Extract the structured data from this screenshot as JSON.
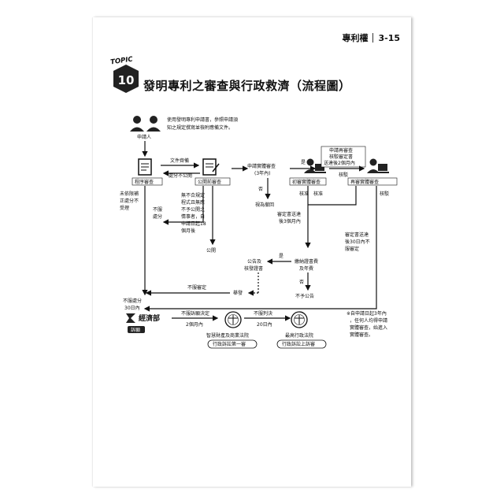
{
  "header": {
    "chapter": "專利權",
    "page_no": "3-15"
  },
  "topic": {
    "label": "TOPIC",
    "number": "10"
  },
  "title": "發明專利之審查與行政救濟（流程圖）",
  "applicant": {
    "note_l1": "使用發明專利申請書，參照申請須",
    "note_l2": "知之規定撰寫並檢附應備文件。",
    "label": "申請人"
  },
  "procedure": {
    "label": "程序審查",
    "formal_review": "文件齊備",
    "not_public": "處分不公開",
    "not_correct_l1": "未依限補",
    "not_correct_l2": "正處分不",
    "not_correct_l3": "受理",
    "reject": "不服",
    "reject2": "處分"
  },
  "pre_pub": {
    "label": "公開前審查",
    "note": [
      "無不合規定",
      "程式且無應",
      "不予公開之",
      "情事者，自",
      "申請日起18",
      "個月後"
    ],
    "publish": "公開"
  },
  "request": {
    "label_l1": "申請實體審查",
    "label_l2": "(3年內)",
    "no": "否",
    "withdrawn": "視為撤回",
    "yes": "是"
  },
  "first_exam": {
    "label": "初審實體審查",
    "approve": "核准",
    "reject": "核駁",
    "cert_l1": "審定書送達",
    "cert_l2": "後3個月內"
  },
  "re_exam_req": {
    "l1": "申請再審查",
    "l2": "核駁審定書",
    "l3": "送達後2個月內"
  },
  "re_exam": {
    "label": "再審實體審查",
    "approve": "核駁",
    "cert": [
      "審定書送達",
      "後30日內不",
      "服審定"
    ]
  },
  "fee": {
    "l1": "繳納證書費",
    "l2": "及年費",
    "yes": "是",
    "no": "否",
    "announce_l1": "公告及",
    "announce_l2": "核發證書",
    "no_announce": "不予公告"
  },
  "appeal": {
    "not_accept": "不服審定",
    "report": "舉發",
    "left_l1": "不服處分",
    "left_l2": "30日內"
  },
  "ministry": {
    "name": "經濟部",
    "tag": "訴願",
    "arrow1_l1": "不服訴願決定",
    "arrow1_l2": "2個月內"
  },
  "court1": {
    "name": "智慧財產及商業法院",
    "tag": "行政訴訟第一審",
    "arrow_l1": "不服判決",
    "arrow_l2": "20日內"
  },
  "court2": {
    "name": "最高行政法院",
    "tag": "行政訴訟上訴審"
  },
  "footnote": [
    "※自申請日起3年內",
    "，任何人均得申請",
    "實體審查，始進入",
    "實體審查。"
  ]
}
